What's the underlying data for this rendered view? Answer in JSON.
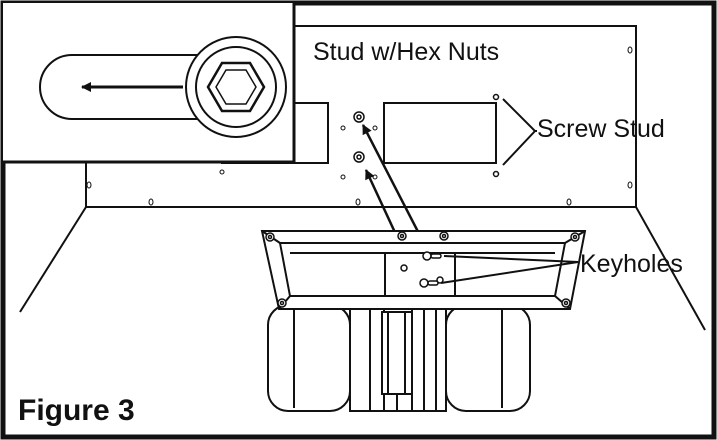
{
  "labels": {
    "stud_hex_nuts": "Stud w/Hex Nuts",
    "screw_stud": "Screw Stud",
    "keyholes": "Keyholes",
    "figure_title": "Figure 3"
  },
  "icons": [
    "arrow-left-icon",
    "hex-nut-icon"
  ],
  "colors": {
    "ink": "#111111",
    "background": "#ffffff"
  }
}
